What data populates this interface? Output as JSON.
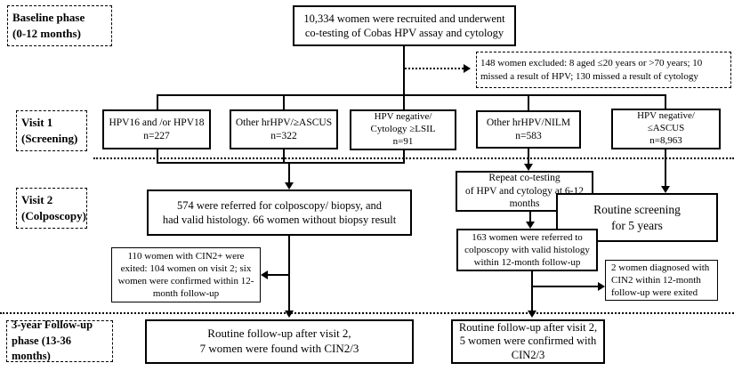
{
  "figure": {
    "type": "flowchart",
    "description": "Study flow of HPV and cytology co-testing screening cohort"
  },
  "colors": {
    "line": "#000000",
    "text": "#000000",
    "background": "#ffffff"
  },
  "phases": {
    "baseline": {
      "lines": [
        "Baseline phase",
        "(0-12 months)"
      ]
    },
    "visit1": {
      "lines": [
        "Visit 1",
        "(Screening)"
      ]
    },
    "visit2": {
      "lines": [
        "Visit 2",
        "(Colposcopy)"
      ]
    },
    "followup": {
      "lines": [
        "3-year Follow-up",
        "phase (13-36 months)"
      ]
    }
  },
  "boxes": {
    "recruited": {
      "lines": [
        "10,334 women were recruited and underwent",
        "co-testing of Cobas HPV assay and cytology"
      ]
    },
    "excluded": {
      "lines": [
        "148 women excluded:  8 aged ≤20 years or >70 years; 10",
        "missed a result of HPV;  130 missed a result of cytology"
      ]
    },
    "arm_hpv16": {
      "lines": [
        "HPV16 and /or HPV18",
        "n=227"
      ]
    },
    "arm_other_hrhpv_ascus": {
      "lines": [
        "Other hrHPV/≥ASCUS",
        "n=322"
      ]
    },
    "arm_hpvneg_lsil": {
      "lines": [
        "HPV negative/",
        "Cytology ≥LSIL",
        "n=91"
      ]
    },
    "arm_other_hrhpv_nilm": {
      "lines": [
        "Other hrHPV/NILM",
        "n=583"
      ]
    },
    "arm_hpvneg_ascus": {
      "lines": [
        "HPV negative/",
        "≤ASCUS",
        "n=8,963"
      ]
    },
    "colposcopy_574": {
      "lines": [
        "574 were referred for colposcopy/ biopsy, and",
        "had valid histology. 66 women without biopsy result"
      ]
    },
    "repeat_cotesting": {
      "lines": [
        "Repeat co-testing",
        "of HPV and cytology at 6-12",
        "months"
      ]
    },
    "routine_5yr": {
      "lines": [
        "Routine screening",
        "for 5 years"
      ]
    },
    "referred_163": {
      "lines": [
        "163 women were referred to",
        "colposcopy with valid histology",
        "within 12-month follow-up"
      ]
    },
    "exited_110": {
      "lines": [
        "110 women with CIN2+ were",
        "exited: 104 women on visit 2; six",
        "women were confirmed within 12-",
        "month follow-up"
      ]
    },
    "exited_2": {
      "lines": [
        "2 women diagnosed with",
        "CIN2 within 12-month",
        "follow-up  were exited"
      ]
    },
    "followup_7": {
      "lines": [
        "Routine follow-up after visit 2,",
        "7 women were found with CIN2/3"
      ]
    },
    "followup_5": {
      "lines": [
        "Routine follow-up after visit 2,",
        "5 women were confirmed with",
        "CIN2/3"
      ]
    }
  }
}
